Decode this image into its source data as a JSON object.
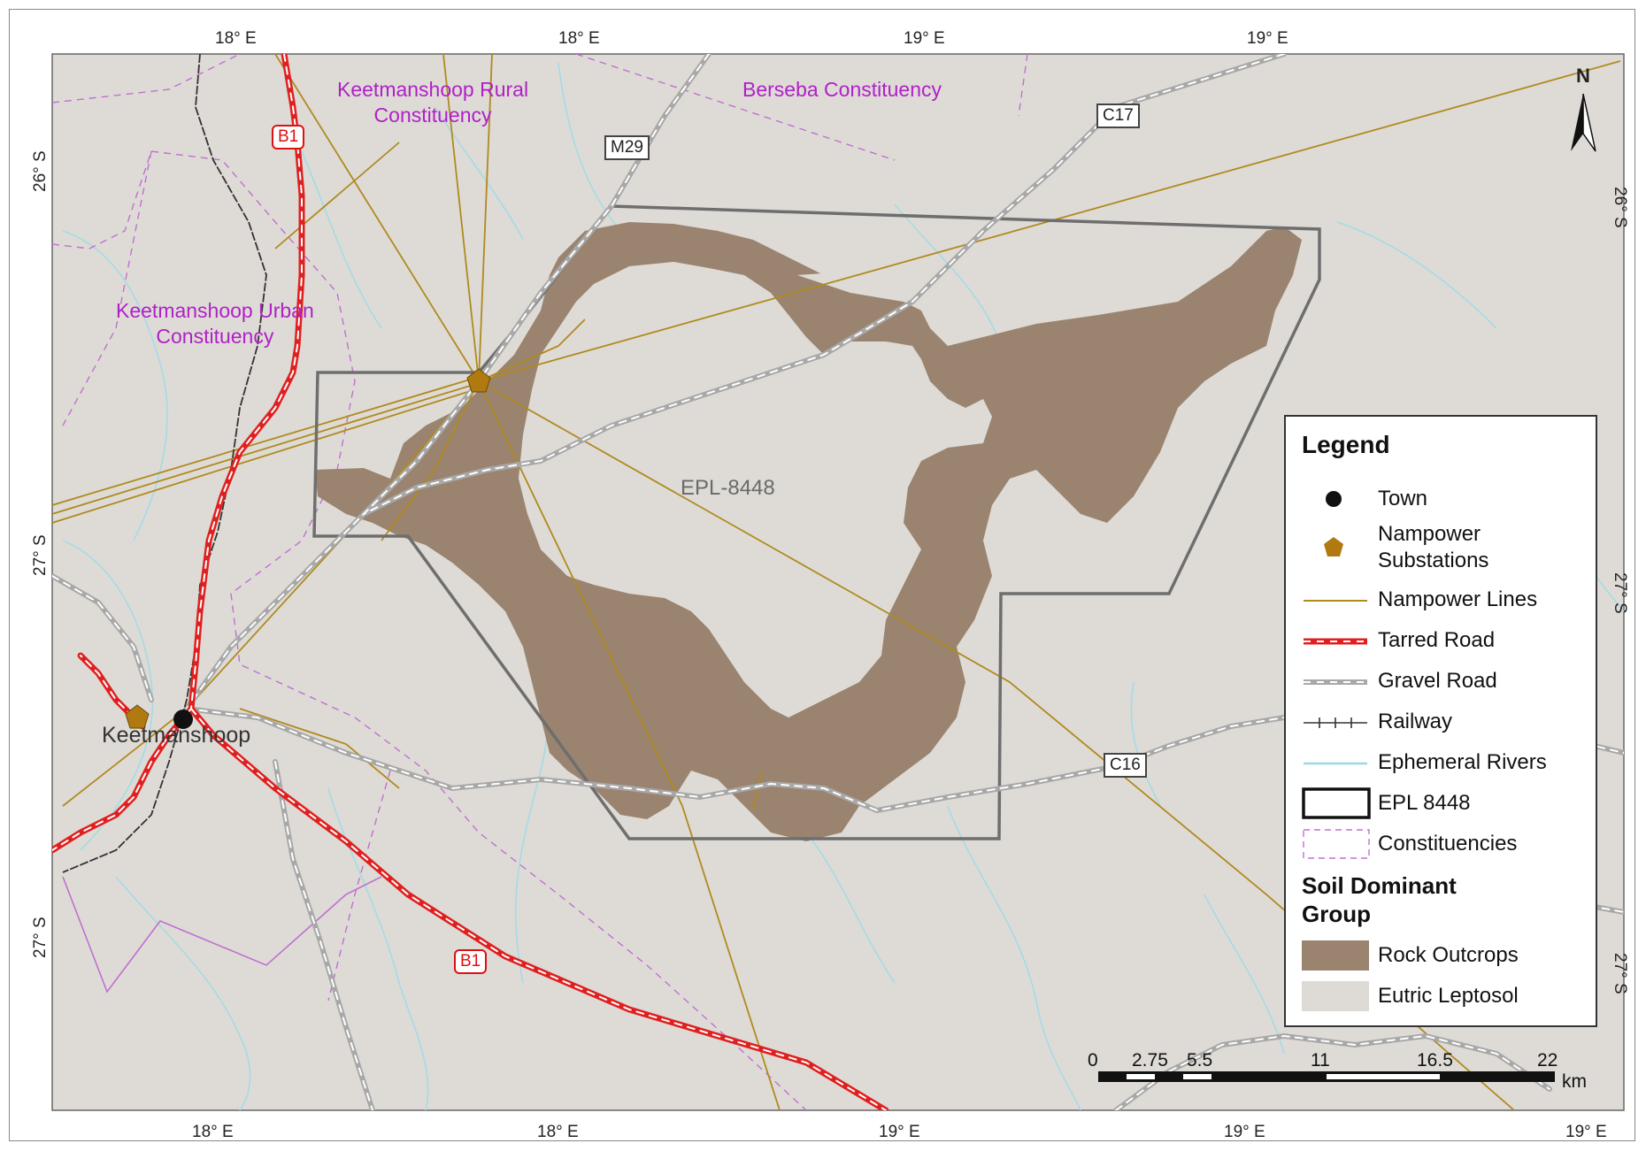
{
  "ticks": {
    "top": [
      "18° E",
      "18° E",
      "19° E",
      "19° E"
    ],
    "bottom": [
      "18° E",
      "18° E",
      "19° E",
      "19° E",
      "19° E"
    ],
    "left": [
      "26° S",
      "27° S",
      "27° S"
    ],
    "right": [
      "26° S",
      "27° S",
      "27° S"
    ]
  },
  "places": {
    "keetmanshoop_rural": "Keetmanshoop Rural\nConstituency",
    "berseba": "Berseba Constituency",
    "keetmanshoop_urban": "Keetmanshoop Urban\nConstituency",
    "town": "Keetmanshoop",
    "epl": "EPL-8448"
  },
  "shields": {
    "b1_north": "B1",
    "b1_south": "B1",
    "m29": "M29",
    "c17": "C17",
    "c16": "C16"
  },
  "north": "N",
  "legend": {
    "title": "Legend",
    "items": [
      {
        "label": "Town",
        "symbol": "town-dot-icon"
      },
      {
        "label": "Nampower\nSubstations",
        "symbol": "substation-pentagon-icon"
      },
      {
        "label": "Nampower Lines",
        "symbol": "power-line-icon"
      },
      {
        "label": "Tarred Road",
        "symbol": "tarred-road-icon"
      },
      {
        "label": "Gravel Road",
        "symbol": "gravel-road-icon"
      },
      {
        "label": "Railway",
        "symbol": "railway-icon"
      },
      {
        "label": "Ephemeral Rivers",
        "symbol": "river-icon"
      },
      {
        "label": "EPL 8448",
        "symbol": "epl-box-icon"
      },
      {
        "label": "Constituencies",
        "symbol": "constituency-box-icon"
      }
    ],
    "soil_title": "Soil Dominant\nGroup",
    "soil_items": [
      {
        "label": "Rock Outcrops",
        "color": "#9a8470"
      },
      {
        "label": "Eutric Leptosol",
        "color": "#dedbd6"
      }
    ]
  },
  "scale": {
    "ticks": [
      "0",
      "2.75",
      "5.5",
      "11",
      "16.5",
      "22"
    ],
    "unit": "km"
  },
  "colors": {
    "background": "#dedbd6",
    "rock": "#9a8470",
    "power_line": "#b08a1e",
    "tarred_road": "#e02020",
    "gravel_road": "#a8a8a8",
    "river": "#9ad8e6",
    "constituency": "#c070d0",
    "epl_border": "#6e6e6e"
  }
}
